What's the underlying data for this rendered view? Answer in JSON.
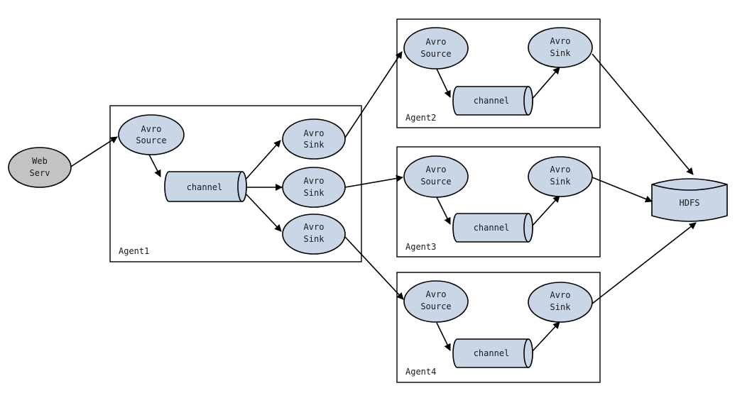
{
  "webserver": {
    "line1": "Web",
    "line2": "Serv"
  },
  "hdfs": {
    "label": "HDFS"
  },
  "agents": [
    {
      "label": "Agent1",
      "source": [
        "Avro",
        "Source"
      ],
      "channel": "channel",
      "sinks": [
        [
          "Avro",
          "Sink"
        ],
        [
          "Avro",
          "Sink"
        ],
        [
          "Avro",
          "Sink"
        ]
      ]
    },
    {
      "label": "Agent2",
      "source": [
        "Avro",
        "Source"
      ],
      "channel": "channel",
      "sink": [
        "Avro",
        "Sink"
      ]
    },
    {
      "label": "Agent3",
      "source": [
        "Avro",
        "Source"
      ],
      "channel": "channel",
      "sink": [
        "Avro",
        "Sink"
      ]
    },
    {
      "label": "Agent4",
      "source": [
        "Avro",
        "Source"
      ],
      "channel": "channel",
      "sink": [
        "Avro",
        "Sink"
      ]
    }
  ],
  "colors": {
    "node_fill": "#c9d6e6",
    "webserver_fill": "#c3c3c3",
    "stroke": "#000000"
  }
}
